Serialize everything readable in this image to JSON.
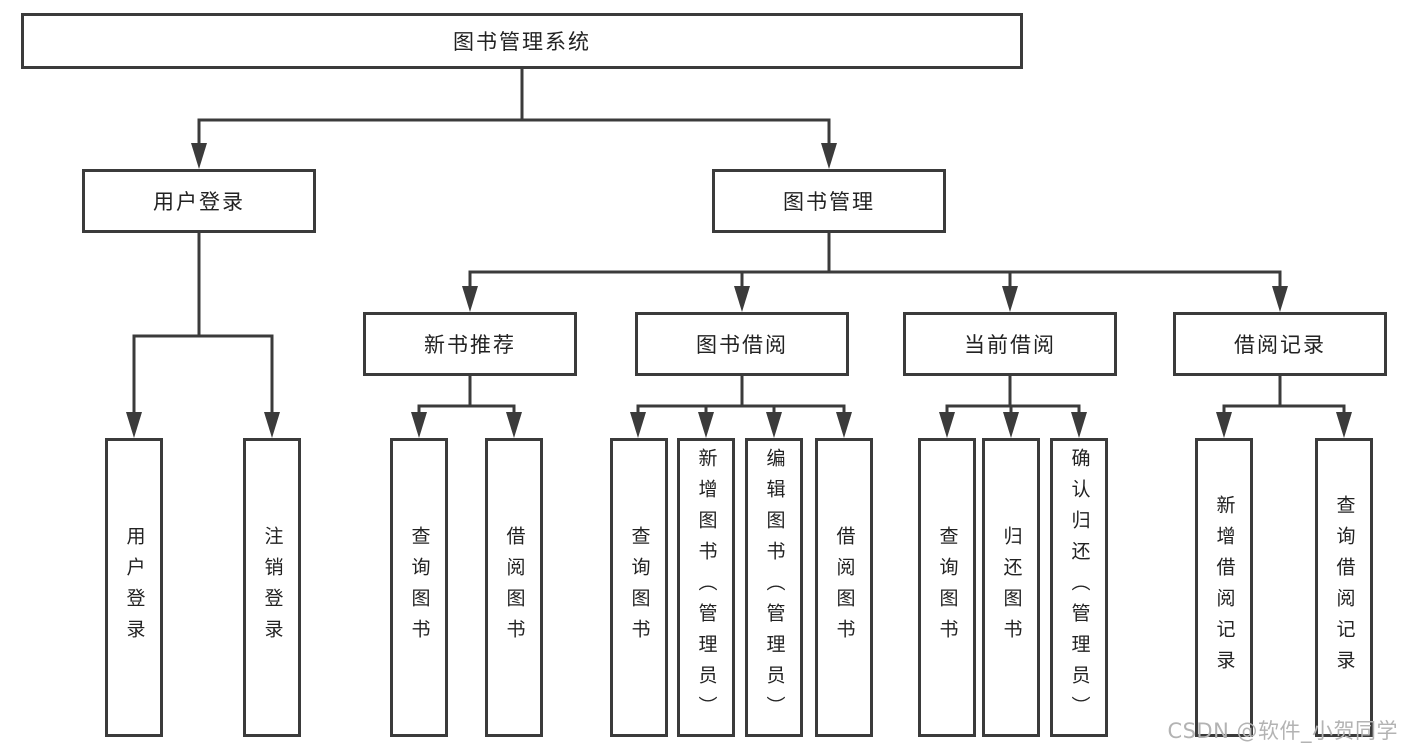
{
  "nodes": {
    "root": "图书管理系统",
    "branches": [
      {
        "label": "用户登录",
        "children": [
          "用户登录",
          "注销登录"
        ]
      },
      {
        "label": "图书管理",
        "children": [
          {
            "label": "新书推荐",
            "children": [
              "查询图书",
              "借阅图书"
            ]
          },
          {
            "label": "图书借阅",
            "children": [
              "查询图书",
              "新增图书（管理员）",
              "编辑图书（管理员）",
              "借阅图书"
            ]
          },
          {
            "label": "当前借阅",
            "children": [
              "查询图书",
              "归还图书",
              "确认归还（管理员）"
            ]
          },
          {
            "label": "借阅记录",
            "children": [
              "新增借阅记录",
              "查询借阅记录"
            ]
          }
        ]
      }
    ]
  },
  "watermark": "CSDN @软件_小贺同学",
  "colors": {
    "line": "#3b3b3b",
    "text": "#222222",
    "watermark": "#b3b3b3",
    "background": "#ffffff"
  }
}
